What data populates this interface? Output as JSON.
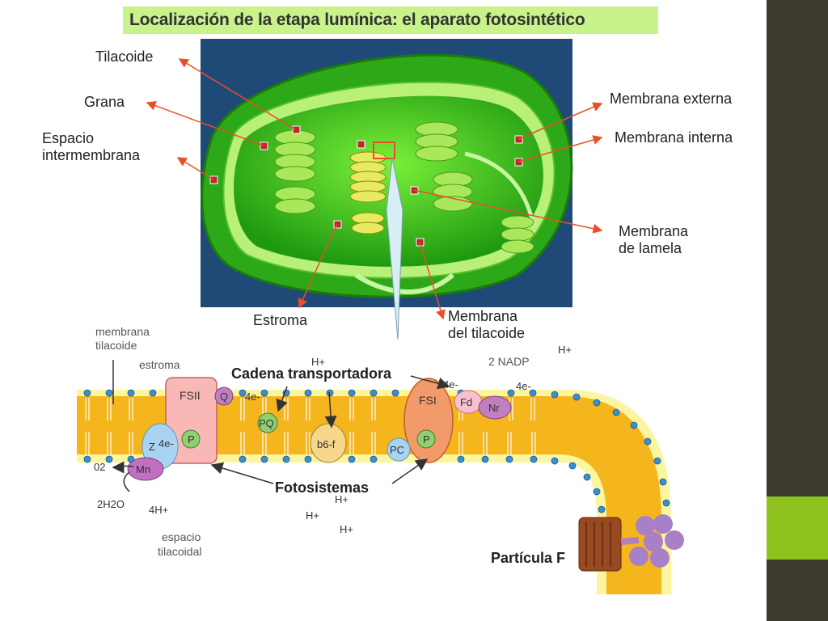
{
  "title": "Localización de la etapa lumínica: el aparato fotosintético",
  "labels": {
    "tilacoide": "Tilacoide",
    "grana": "Grana",
    "espacio_1": "Espacio",
    "espacio_2": "intermembrana",
    "membrana_externa": "Membrana externa",
    "membrana_interna": "Membrana interna",
    "membrana_lamela_1": "Membrana",
    "membrana_lamela_2": "de lamela",
    "estroma": "Estroma",
    "membrana_tilacoide_1": "Membrana",
    "membrana_tilacoide_2": "del tilacoide"
  },
  "bottom": {
    "membrana_tilacoide_1": "membrana",
    "membrana_tilacoide_2": "tilacoide",
    "estroma": "estroma",
    "espacio_tilacoidal_1": "espacio",
    "espacio_tilacoidal_2": "tilacoidal",
    "cadena": "Cadena transportadora",
    "fotosistemas": "Fotosistemas",
    "particula": "Partícula F",
    "nadp": "2 NADP",
    "fsii": "FSII",
    "fsi": "FSI",
    "q": "Q",
    "pq": "PQ",
    "b6f": "b6-f",
    "pc": "PC",
    "p1": "P",
    "p2": "P",
    "z": "Z",
    "mn": "Mn",
    "fd": "Fd",
    "nr": "Nr",
    "e4_a": "4e-",
    "e4_b": "4e-",
    "e4_c": "4e-",
    "e4_d": "4e-",
    "o2": "02",
    "h2o": "2H2O",
    "h4": "4H+",
    "hplus": "H+"
  },
  "colors": {
    "title_bg": "#c8f28a",
    "side_panel": "#3d3b2f",
    "side_accent": "#8dc21f",
    "membrane": "#f5b51c",
    "arrow": "#e8502a"
  }
}
